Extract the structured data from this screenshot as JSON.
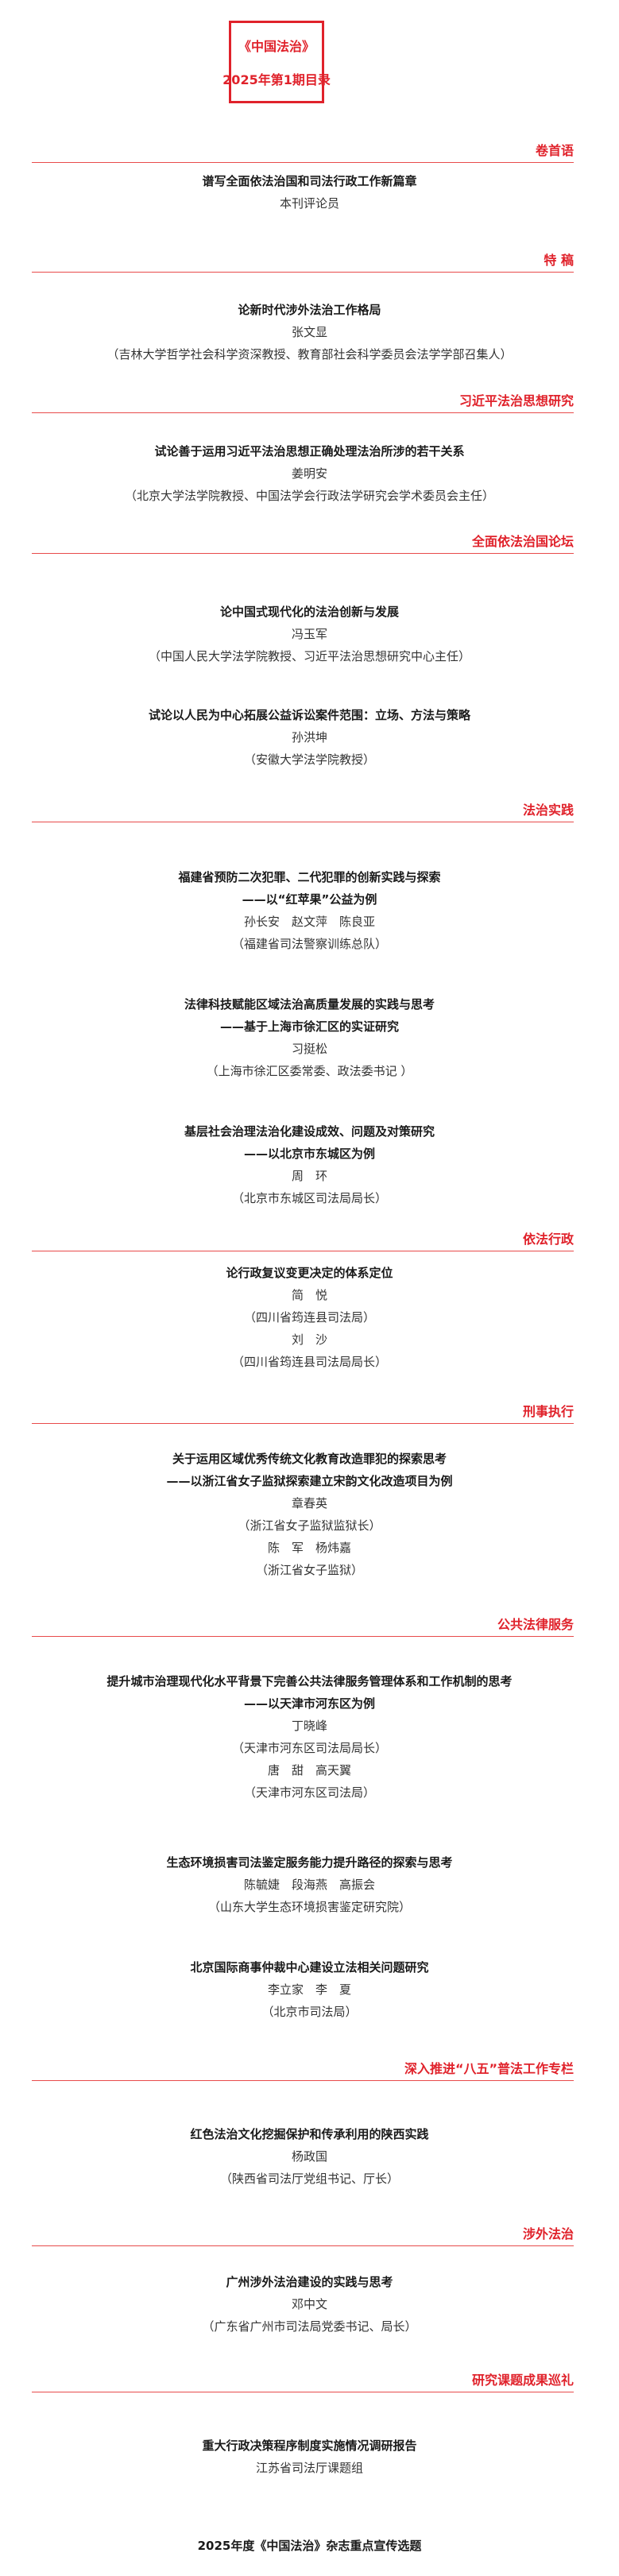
{
  "header": {
    "journal": "《中国法治》",
    "issue": "2025年第1期目录"
  },
  "sections": [
    {
      "name": "卷首语"
    },
    {
      "name": "特  稿"
    },
    {
      "name": "习近平法治思想研究"
    },
    {
      "name": "全面依法治国论坛"
    },
    {
      "name": "法治实践"
    },
    {
      "name": "依法行政"
    },
    {
      "name": "刑事执行"
    },
    {
      "name": "公共法律服务"
    },
    {
      "name": "深入推进“八五”普法工作专栏"
    },
    {
      "name": "涉外法治"
    },
    {
      "name": "研究课题成果巡礼"
    }
  ],
  "articles": [
    {
      "lines": [
        "谱写全面依法治国和司法行政工作新篇章",
        "本刊评论员"
      ]
    },
    {
      "lines": [
        "论新时代涉外法治工作格局",
        "张文显",
        "（吉林大学哲学社会科学资深教授、教育部社会科学委员会法学学部召集人）"
      ]
    },
    {
      "lines": [
        "试论善于运用习近平法治思想正确处理法治所涉的若干关系",
        "姜明安",
        "（北京大学法学院教授、中国法学会行政法学研究会学术委员会主任）"
      ]
    },
    {
      "lines": [
        "论中国式现代化的法治创新与发展",
        "冯玉军",
        "（中国人民大学法学院教授、习近平法治思想研究中心主任）"
      ]
    },
    {
      "lines": [
        "试论以人民为中心拓展公益诉讼案件范围：立场、方法与策略",
        "孙洪坤",
        "（安徽大学法学院教授）"
      ]
    },
    {
      "lines": [
        "福建省预防二次犯罪、二代犯罪的创新实践与探索",
        "——以“红苹果”公益为例",
        "孙长安　赵文萍　陈良亚",
        "（福建省司法警察训练总队）"
      ]
    },
    {
      "lines": [
        "法律科技赋能区域法治高质量发展的实践与思考",
        "——基于上海市徐汇区的实证研究",
        "习挺松",
        "（上海市徐汇区委常委、政法委书记 ）"
      ]
    },
    {
      "lines": [
        "基层社会治理法治化建设成效、问题及对策研究",
        "——以北京市东城区为例",
        "周　环",
        "（北京市东城区司法局局长）"
      ]
    },
    {
      "lines": [
        "论行政复议变更决定的体系定位",
        "简　悦",
        "（四川省筠连县司法局）",
        "刘　沙",
        "（四川省筠连县司法局局长）"
      ]
    },
    {
      "lines": [
        "关于运用区域优秀传统文化教育改造罪犯的探索思考",
        "——以浙江省女子监狱探索建立宋韵文化改造项目为例",
        "章春英",
        "（浙江省女子监狱监狱长）",
        "陈　军　杨炜嘉",
        "（浙江省女子监狱）"
      ]
    },
    {
      "lines": [
        "提升城市治理现代化水平背景下完善公共法律服务管理体系和工作机制的思考",
        "——以天津市河东区为例",
        "丁晓峰",
        "（天津市河东区司法局局长）",
        "唐　甜　高天翼",
        "（天津市河东区司法局）"
      ]
    },
    {
      "lines": [
        "生态环境损害司法鉴定服务能力提升路径的探索与思考",
        "陈毓婕　段海燕　高振会",
        "（山东大学生态环境损害鉴定研究院）"
      ]
    },
    {
      "lines": [
        "北京国际商事仲裁中心建设立法相关问题研究",
        "李立家　李　夏",
        "（北京市司法局）"
      ]
    },
    {
      "lines": [
        "红色法治文化挖掘保护和传承利用的陕西实践",
        "杨政国",
        "（陕西省司法厅党组书记、厅长）"
      ]
    },
    {
      "lines": [
        "广州涉外法治建设的实践与思考",
        "邓中文",
        "（广东省广州市司法局党委书记、局长）"
      ]
    },
    {
      "lines": [
        "重大行政决策程序制度实施情况调研报告",
        "江苏省司法厅课题组"
      ]
    },
    {
      "lines": [
        "2025年度《中国法治》杂志重点宣传选题"
      ]
    }
  ]
}
